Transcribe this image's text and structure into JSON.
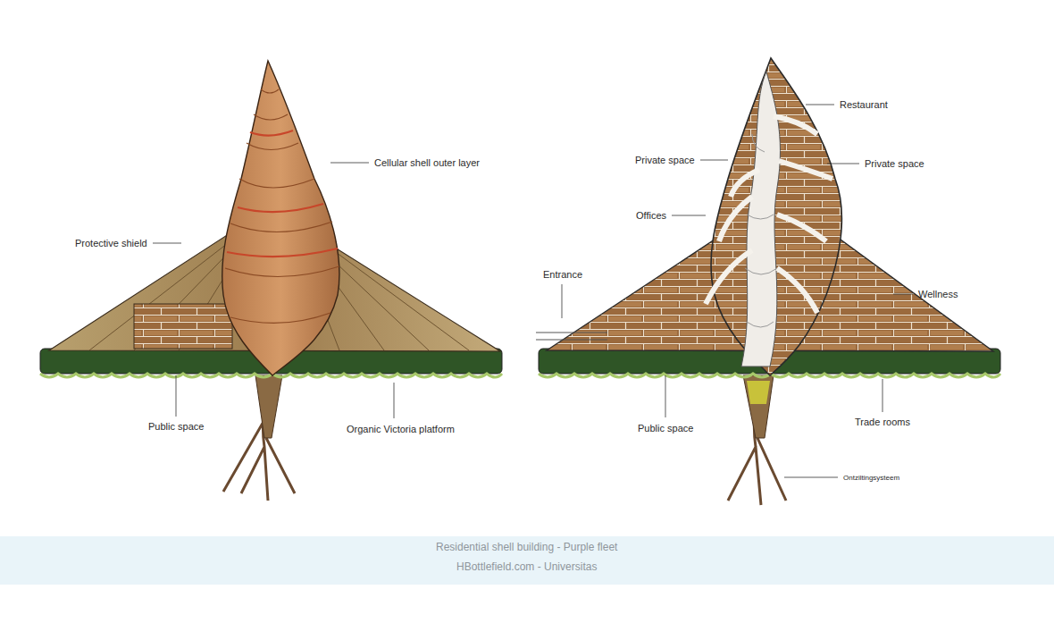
{
  "diagram": {
    "caption": "Residential shell building - Purple fleet",
    "labels": [
      "Cellular shell outer layer",
      "Protective shield",
      "Public space",
      "Organic Victoria platform",
      "Restaurant",
      "Private space",
      "Private space",
      "Offices",
      "Entrance",
      "Wellness",
      "Public space",
      "Trade rooms",
      "Ontziltingsysteem",
      "HBottlefield.com - Universitas"
    ]
  }
}
